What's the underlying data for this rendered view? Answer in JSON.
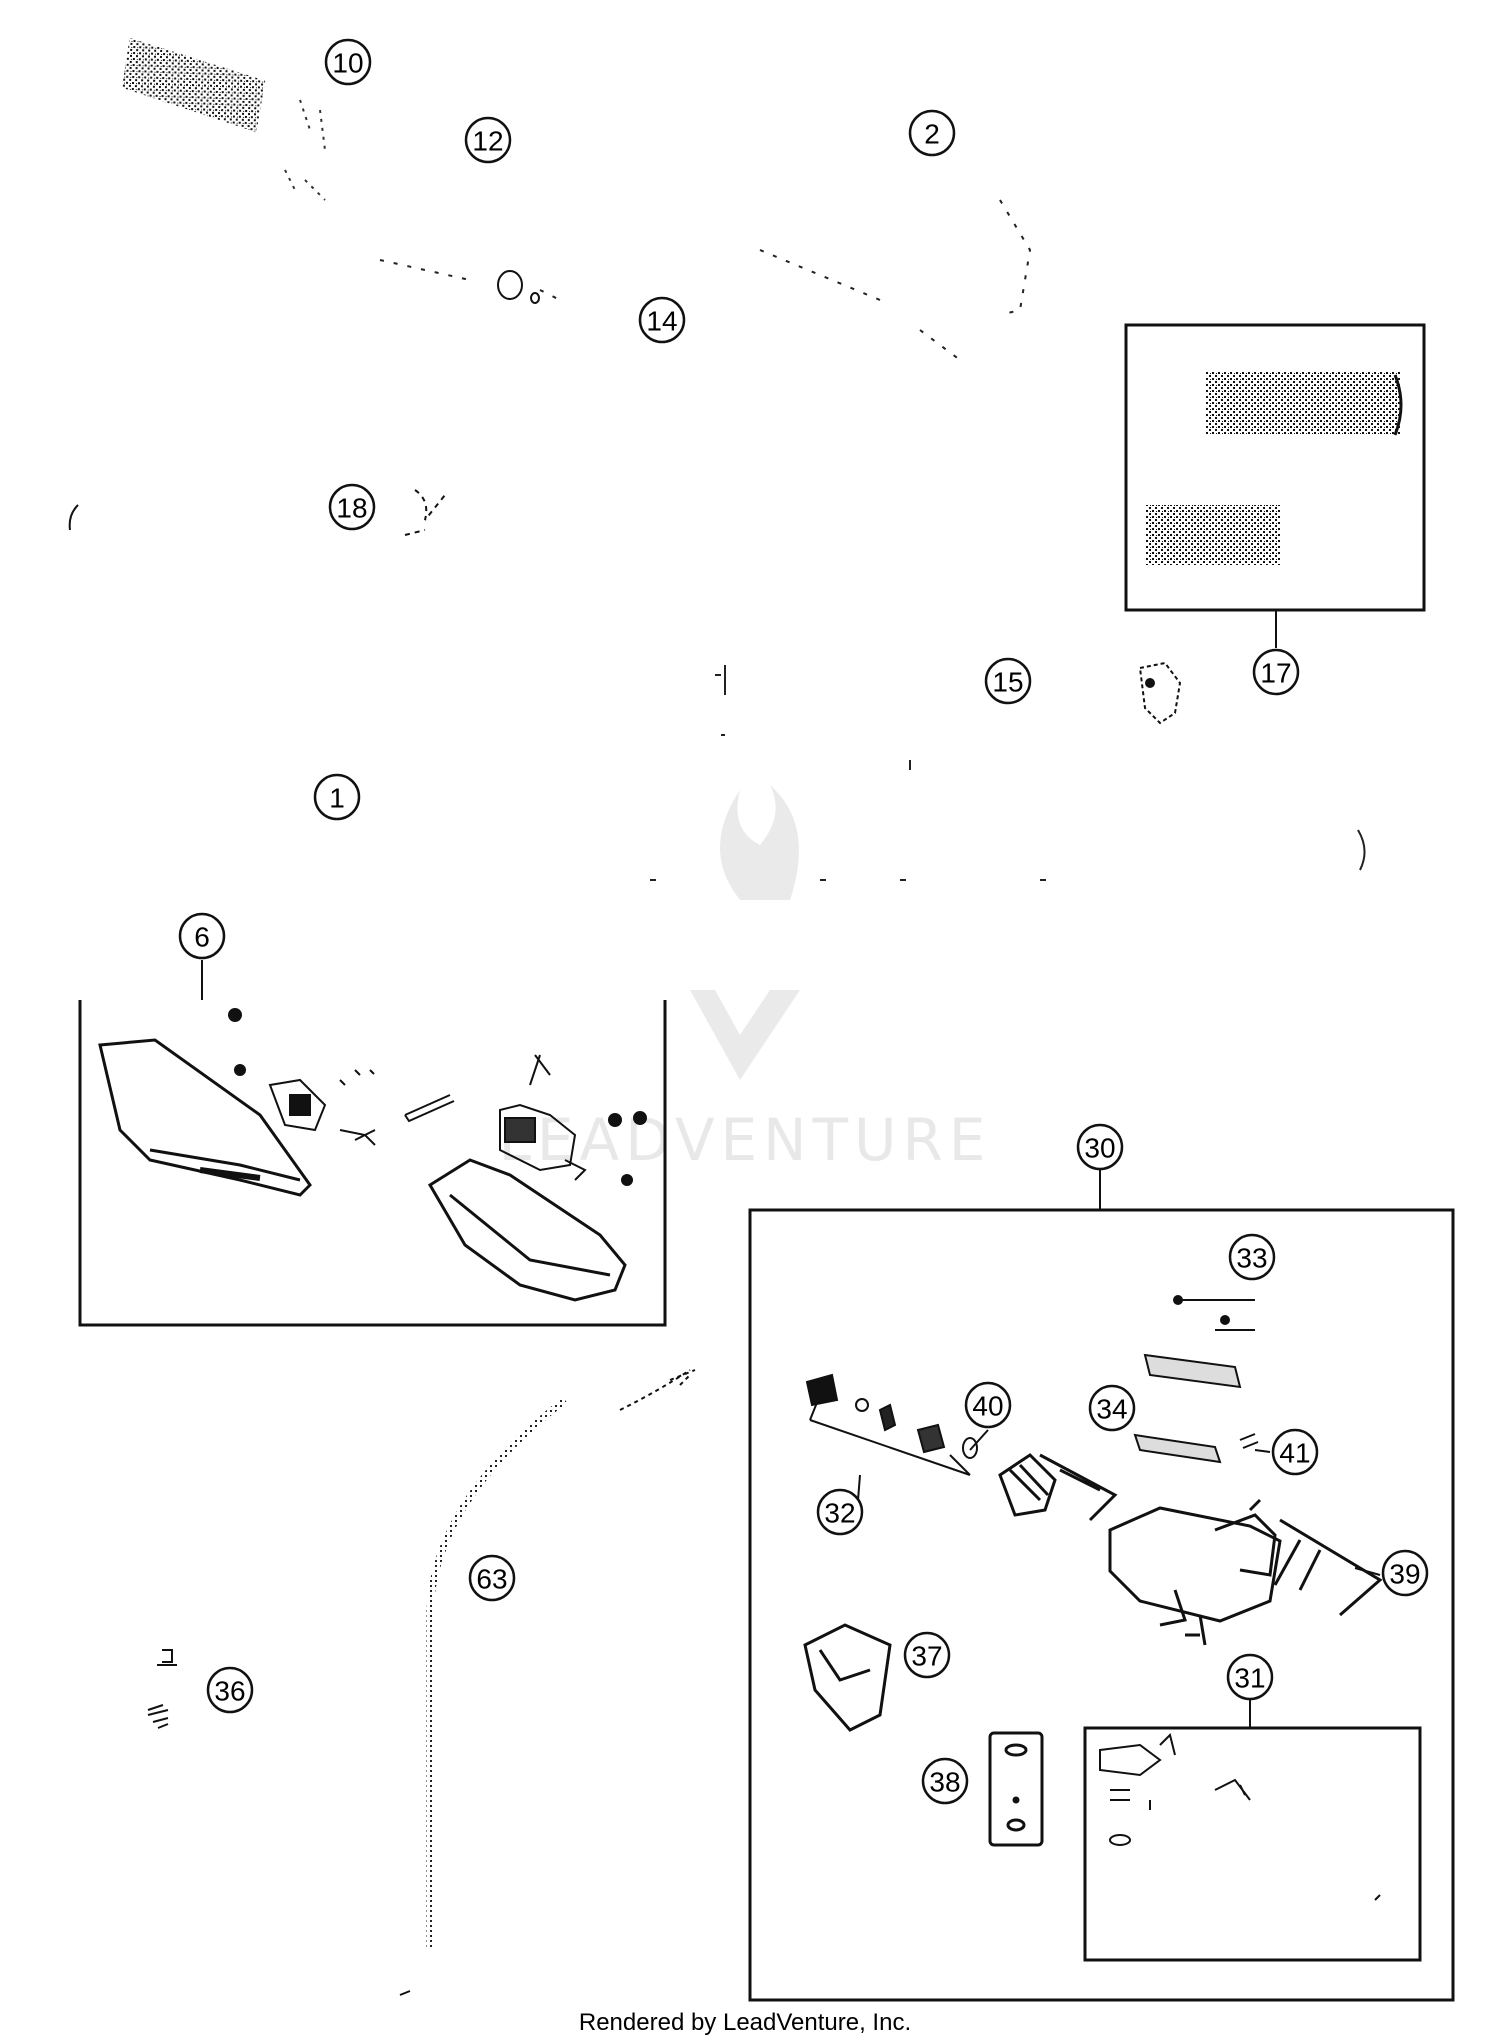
{
  "diagram": {
    "callouts": [
      "1",
      "2",
      "6",
      "10",
      "12",
      "14",
      "15",
      "17",
      "18",
      "30",
      "31",
      "32",
      "33",
      "34",
      "36",
      "37",
      "38",
      "39",
      "40",
      "41",
      "63"
    ],
    "watermark": "LEADVENTURE",
    "footer": "Rendered by LeadVenture, Inc."
  }
}
